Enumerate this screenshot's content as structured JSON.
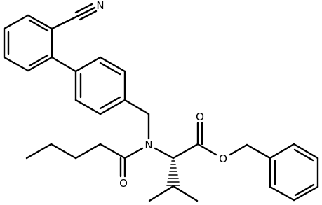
{
  "atoms": {
    "nitrile_n": "N",
    "amide_n": "N",
    "amide_o": "O",
    "carbonyl_o": "O",
    "ester_o": "O"
  },
  "colors": {
    "bond": "#000000",
    "label": "#000000",
    "background": "#ffffff"
  }
}
